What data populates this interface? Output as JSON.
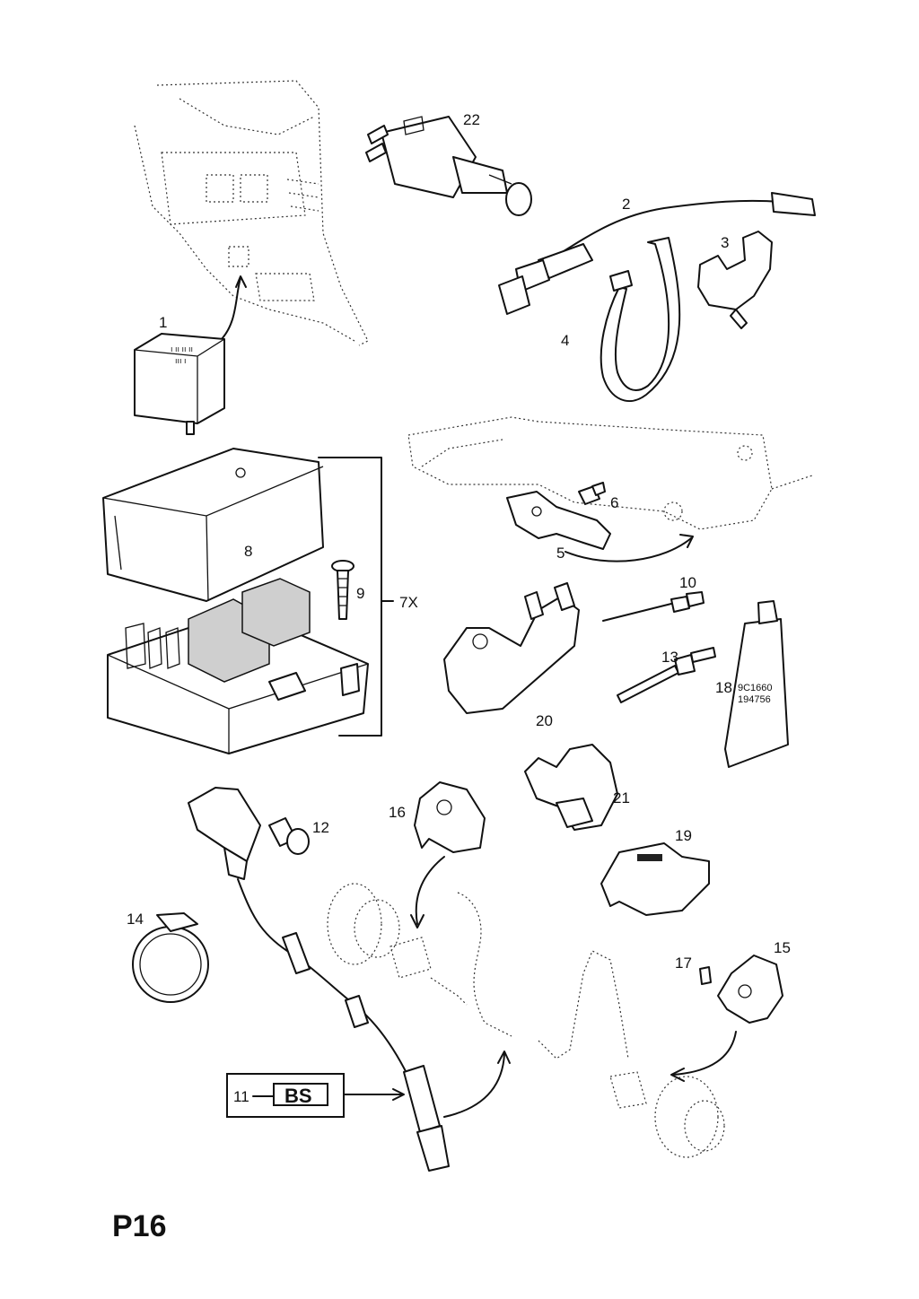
{
  "page_code": "P16",
  "callouts": {
    "c1": "1",
    "c2": "2",
    "c3": "3",
    "c4": "4",
    "c5": "5",
    "c6": "6",
    "c7x": "7X",
    "c8": "8",
    "c9": "9",
    "c10": "10",
    "c11": "11",
    "c12": "12",
    "c13": "13",
    "c14": "14",
    "c15": "15",
    "c16": "16",
    "c17": "17",
    "c18": "18",
    "c19": "19",
    "c20": "20",
    "c21": "21",
    "c22": "22"
  },
  "box_label": "BS"
}
